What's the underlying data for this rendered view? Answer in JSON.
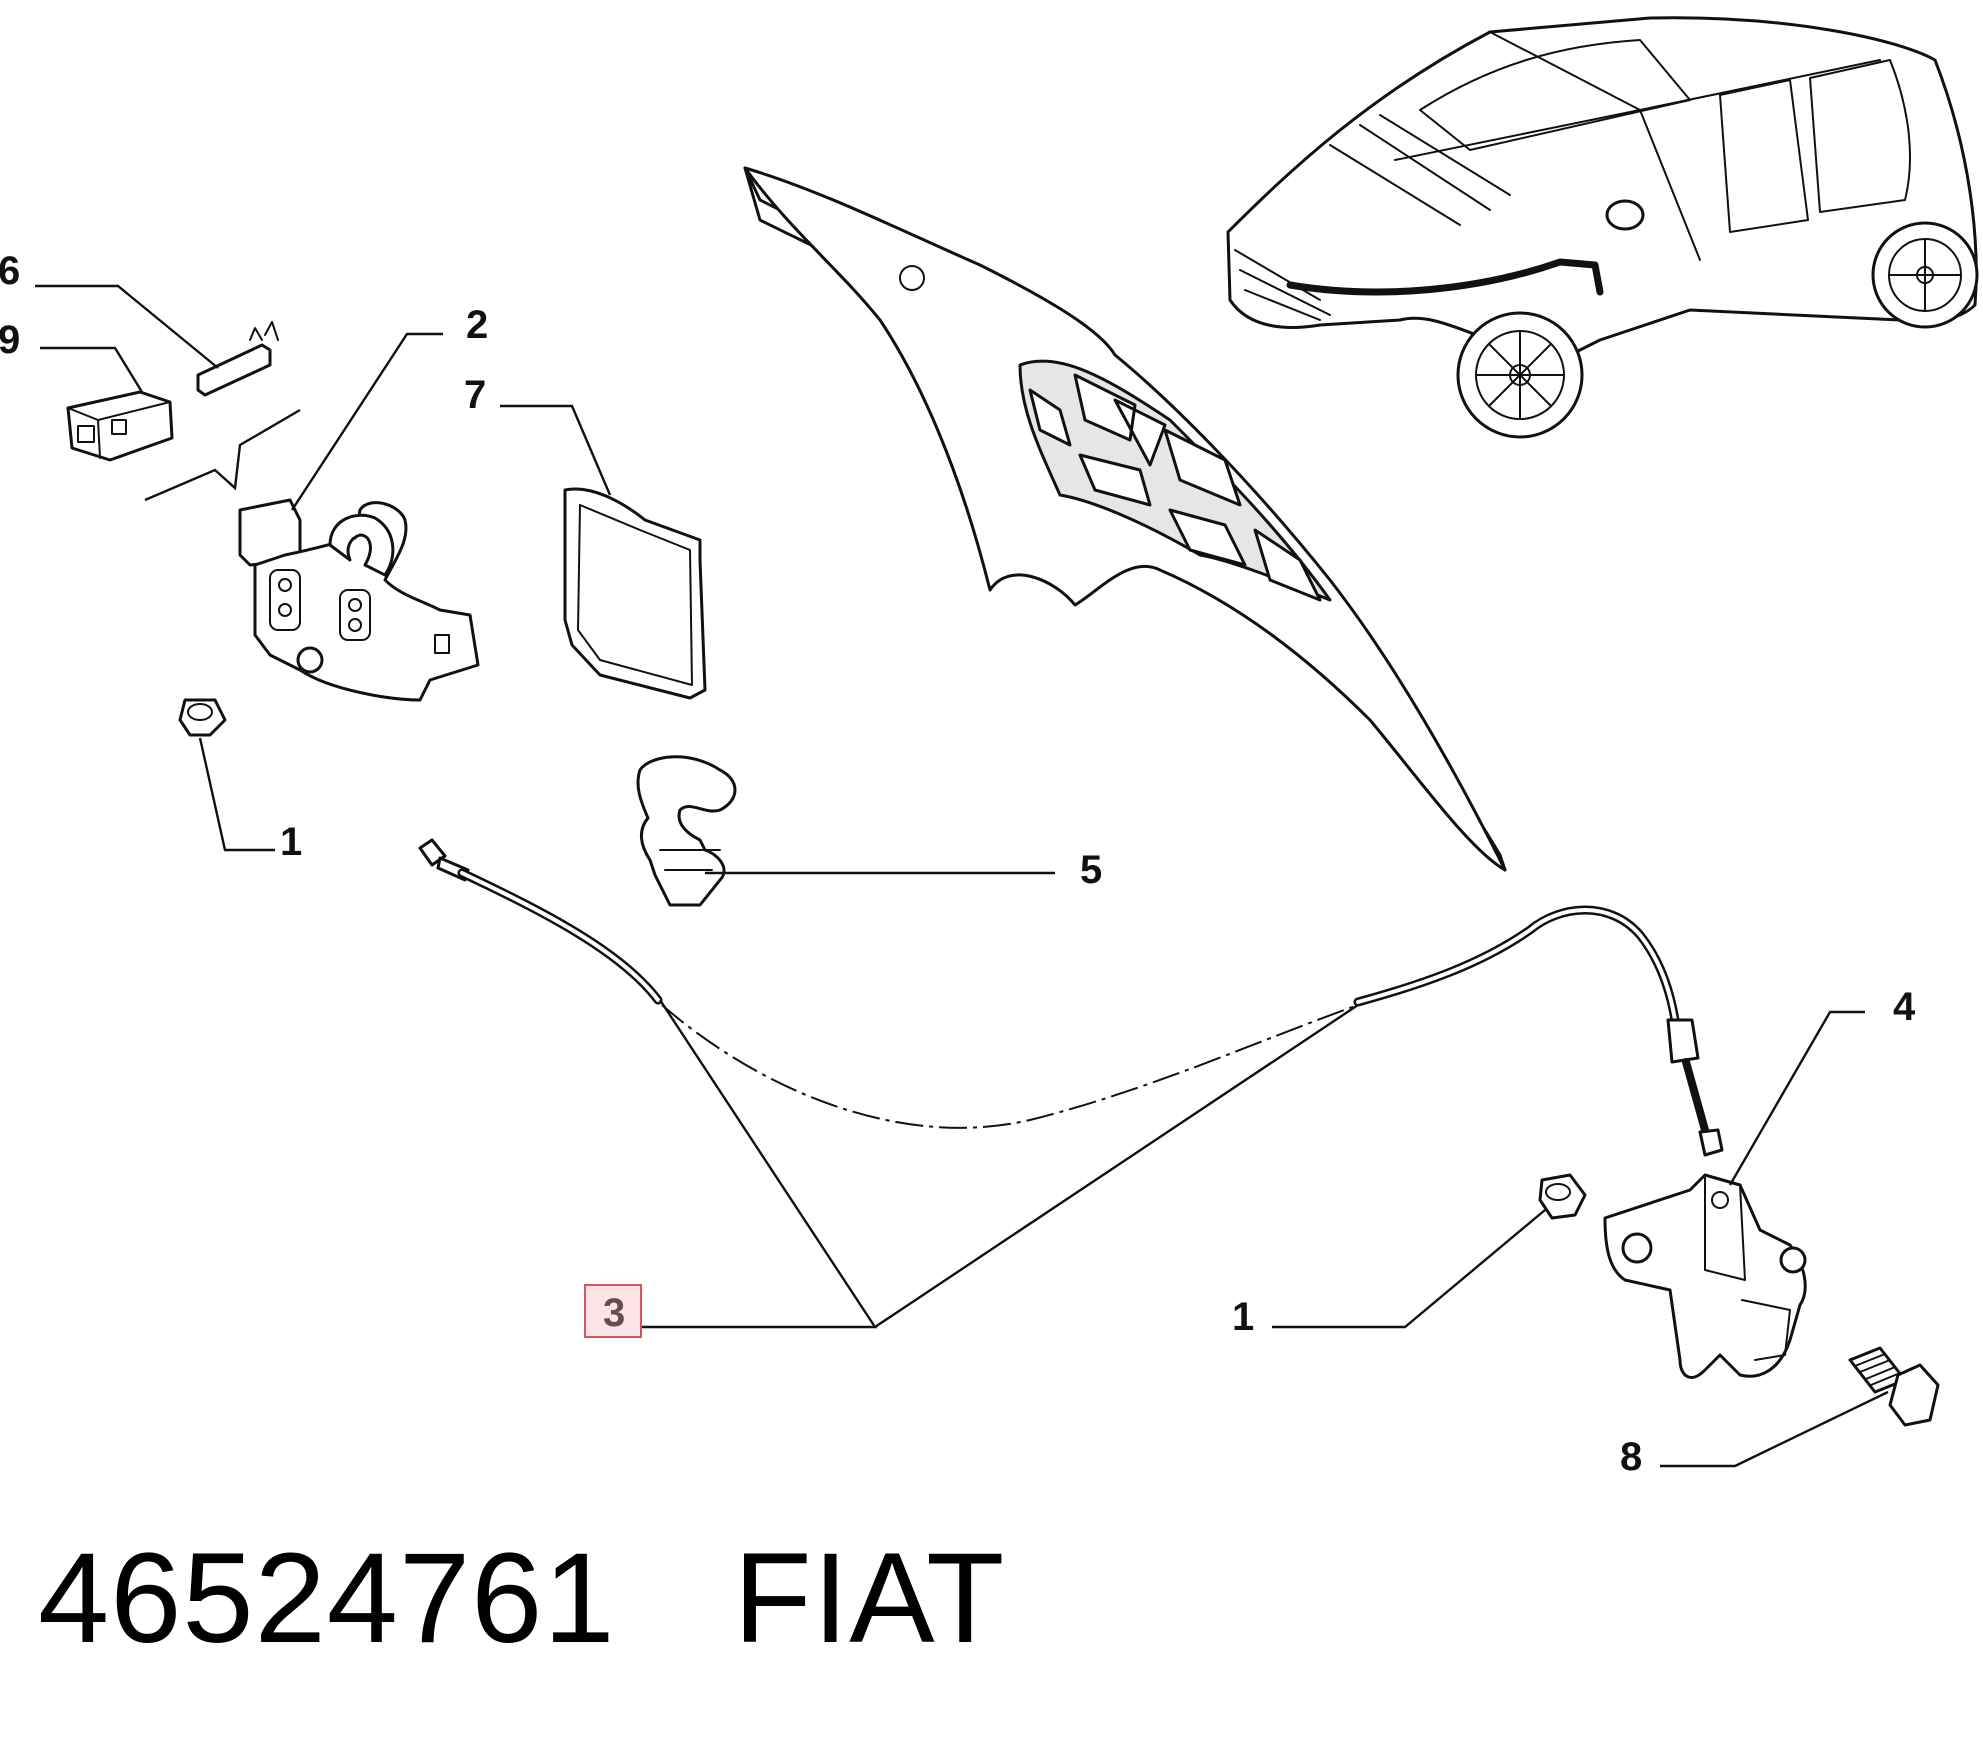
{
  "callouts": [
    {
      "id": "6",
      "label": "6",
      "highlighted": false
    },
    {
      "id": "9",
      "label": "9",
      "highlighted": false
    },
    {
      "id": "2",
      "label": "2",
      "highlighted": false
    },
    {
      "id": "7",
      "label": "7",
      "highlighted": false
    },
    {
      "id": "1a",
      "label": "1",
      "highlighted": false
    },
    {
      "id": "5",
      "label": "5",
      "highlighted": false
    },
    {
      "id": "4",
      "label": "4",
      "highlighted": false
    },
    {
      "id": "3",
      "label": "3",
      "highlighted": true
    },
    {
      "id": "1b",
      "label": "1",
      "highlighted": false
    },
    {
      "id": "8",
      "label": "8",
      "highlighted": false
    }
  ],
  "footer": {
    "part_number": "46524761",
    "brand": "FIAT"
  },
  "colors": {
    "highlight_fill": "#fbe3e6",
    "highlight_border": "#d9535f",
    "highlight_text": "#6b4a55",
    "line": "#111111"
  }
}
